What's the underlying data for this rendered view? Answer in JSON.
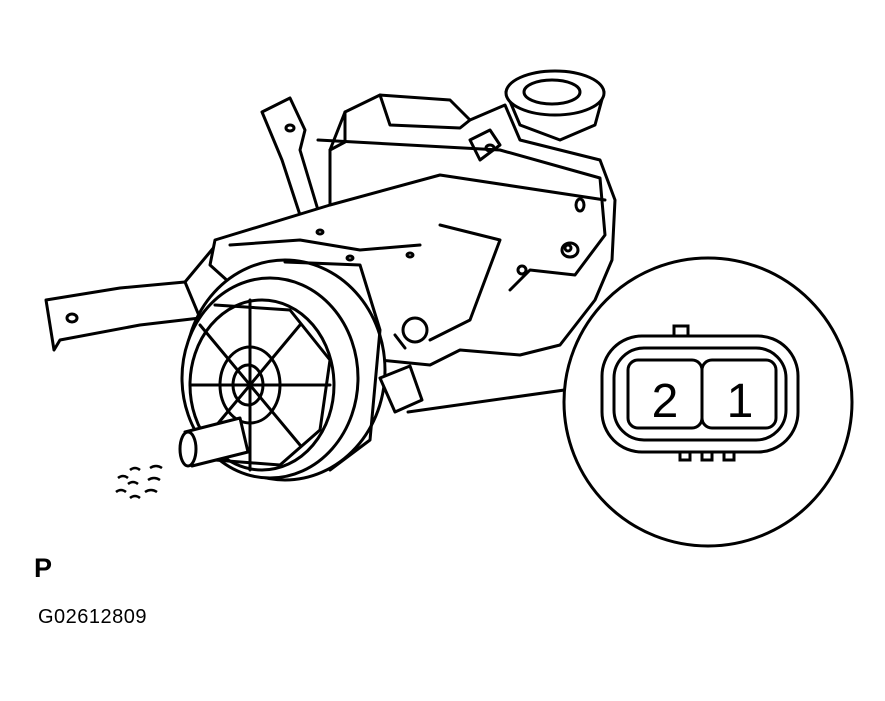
{
  "diagram": {
    "component": "air-pump-assembly",
    "connector_terminals": [
      "2",
      "1"
    ],
    "view_marker": "P",
    "figure_code": "G02612809"
  },
  "colors": {
    "line": "#000000",
    "background": "#ffffff"
  }
}
